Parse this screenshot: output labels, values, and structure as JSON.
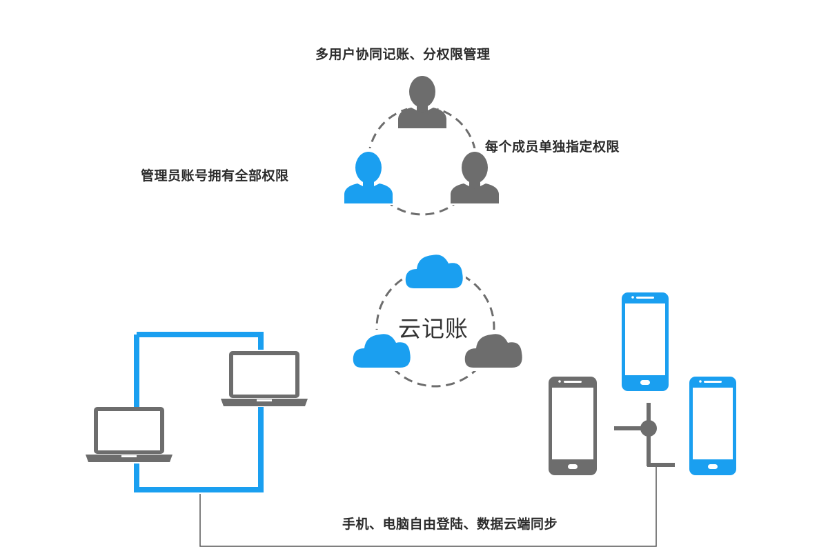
{
  "labels": {
    "multi_user": "多用户协同记账、分权限管理",
    "member_permission": "每个成员单独指定权限",
    "admin_permission": "管理员账号拥有全部权限",
    "cloud_title": "云记账",
    "sync_caption": "手机、电脑自由登陆、数据云端同步"
  },
  "colors": {
    "accent_blue": "#1a9ff0",
    "icon_gray": "#6d6d6d",
    "line_gray": "#555555",
    "text": "#2b2b2b"
  },
  "icons": {
    "users": [
      "person-icon-gray",
      "person-icon-blue",
      "person-icon-gray"
    ],
    "clouds": [
      "cloud-icon-blue",
      "cloud-icon-blue",
      "cloud-icon-gray"
    ],
    "laptops": [
      "laptop-icon",
      "laptop-icon"
    ],
    "phones": [
      "phone-icon-blue",
      "phone-icon-gray",
      "phone-icon-blue"
    ]
  }
}
